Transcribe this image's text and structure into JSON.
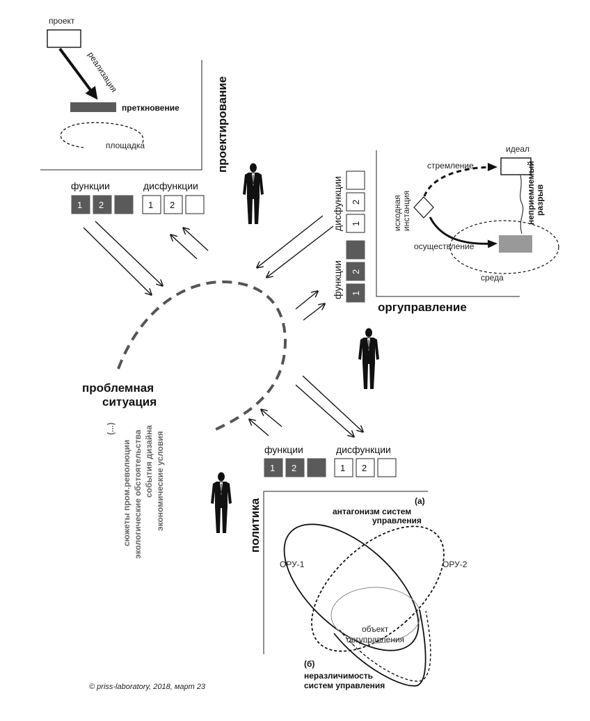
{
  "proektirovanie": {
    "title": "проектирование",
    "project_label": "проект",
    "realization_label": "реализация",
    "stumble_label": "преткновение",
    "site_label": "площадка"
  },
  "top_left_functions": {
    "functions_label": "функции",
    "dysfunctions_label": "дисфункции",
    "cells": [
      "1",
      "2",
      "",
      "1",
      "2",
      ""
    ]
  },
  "orgupravlenie": {
    "title": "оргуправление",
    "ideal_label": "идеал",
    "aspiration_label": "стремление",
    "source_label_line1": "исходная",
    "source_label_line2": "инстанция",
    "realization_label": "осуществление",
    "gap_label_line1": "неприемлемый",
    "gap_label_line2": "разрыв",
    "environment_label": "среда",
    "functions_label": "функции",
    "dysfunctions_label": "дисфункции",
    "cells": [
      "1",
      "2",
      "",
      "1",
      "2",
      ""
    ]
  },
  "problem": {
    "title_line1": "проблемная",
    "title_line2": "ситуация",
    "items": [
      "(...)",
      "сюжеты пром.революции",
      "экологические обстоятельства",
      "события дизайна",
      "экономические условия"
    ]
  },
  "bottom_functions": {
    "functions_label": "функции",
    "dysfunctions_label": "дисфункции",
    "cells": [
      "1",
      "2",
      "",
      "1",
      "2",
      ""
    ]
  },
  "politika": {
    "title": "политика",
    "a_label": "(а)",
    "antagonism_line1": "антагонизм систем",
    "antagonism_line2": "управления",
    "oru1_label": "ОРУ-1",
    "oru2_label": "ОРУ-2",
    "object_line1": "объект",
    "object_line2": "оргуправления",
    "b_label": "(б)",
    "indistinct_line1": "неразличимость",
    "indistinct_line2": "систем управления"
  },
  "footer": {
    "copyright": "© priss-laboratory, 2018, март 23"
  },
  "colors": {
    "dark_cell": "#5a5a5a",
    "gray_block": "#999999",
    "stroke": "#111111"
  },
  "icons": [
    "person-figure-icon",
    "arrow-icon",
    "diamond-icon"
  ]
}
